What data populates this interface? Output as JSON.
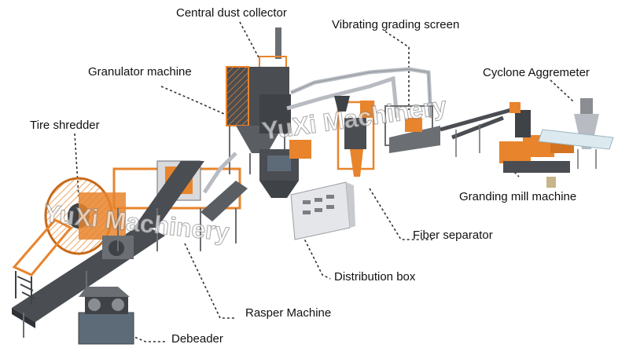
{
  "labels": {
    "central_dust_collector": "Central dust collector",
    "vibrating_grading_screen": "Vibrating grading screen",
    "granulator_machine": "Granulator machine",
    "cyclone_aggremeter": "Cyclone Aggremeter",
    "tire_shredder": "Tire shredder",
    "granding_mill_machine": "Granding mill machine",
    "fiber_separator": "Fiber separator",
    "distribution_box": "Distribution box",
    "rasper_machine": "Rasper Machine",
    "debeader": "Debeader"
  },
  "watermark": "YuXi Machinery",
  "colors": {
    "machine_orange": "#e8842c",
    "frame_gray": "#6b6e73",
    "dark_gray": "#3f4246",
    "belt": "#4a4d52",
    "leader_line": "#333333"
  }
}
